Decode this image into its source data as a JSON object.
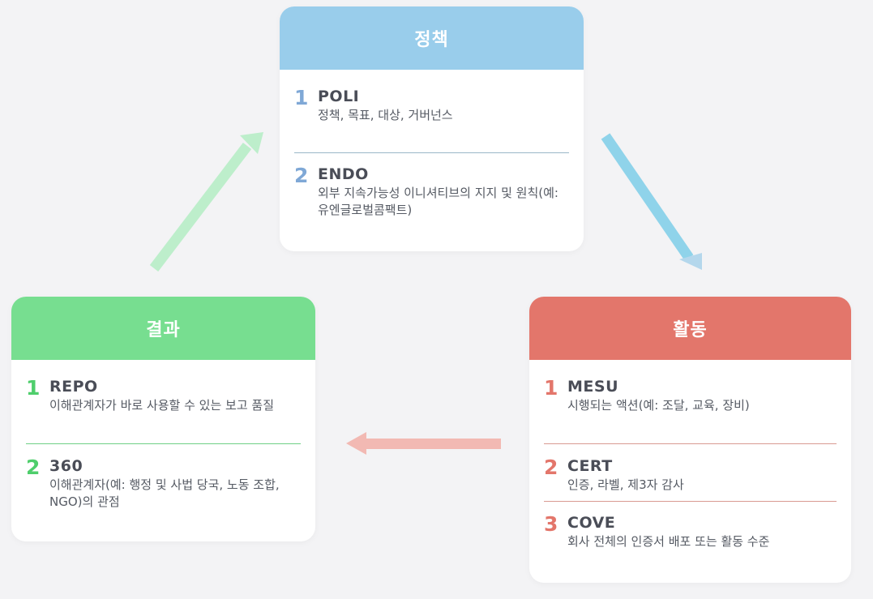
{
  "colors": {
    "policy": "#99cdeb",
    "action": "#e3766b",
    "result": "#77de90",
    "policy_num": "#7fa8d6",
    "action_num": "#e3766b",
    "result_num": "#4fce6c",
    "policy_sep": "#9bb7c8",
    "action_sep": "#d99a92",
    "result_sep": "#6fcf86"
  },
  "policy": {
    "title": "정책",
    "items": [
      {
        "num": "1",
        "code": "POLI",
        "desc": "정책, 목표, 대상, 거버넌스"
      },
      {
        "num": "2",
        "code": "ENDO",
        "desc": "외부 지속가능성 이니셔티브의 지지 및 원칙(예: 유엔글로벌콤팩트)"
      }
    ]
  },
  "action": {
    "title": "활동",
    "items": [
      {
        "num": "1",
        "code": "MESU",
        "desc": "시행되는 액션(예: 조달, 교육, 장비)"
      },
      {
        "num": "2",
        "code": "CERT",
        "desc": "인증, 라벨, 제3자 감사"
      },
      {
        "num": "3",
        "code": "COVE",
        "desc": "회사 전체의 인증서 배포 또는 활동 수준"
      }
    ]
  },
  "result": {
    "title": "결과",
    "items": [
      {
        "num": "1",
        "code": "REPO",
        "desc": "이해관계자가 바로 사용할 수 있는 보고 품질"
      },
      {
        "num": "2",
        "code": "360",
        "desc": "이해관계자(예: 행정 및 사법 당국, 노동 조합, NGO)의 관점"
      }
    ]
  }
}
